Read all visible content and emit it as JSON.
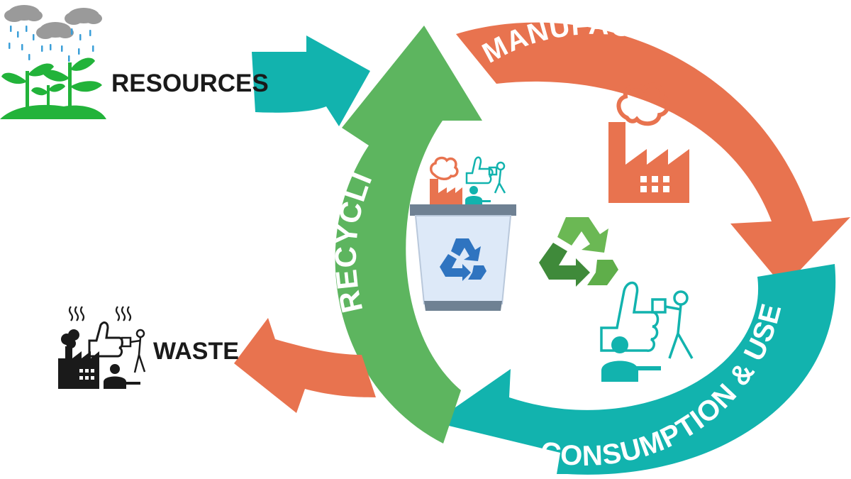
{
  "diagram": {
    "stages": {
      "manufacturing": "MANUFACTURING",
      "consumption": "CONSUMPTION & USE",
      "recycling": "RECYCLING"
    },
    "inputs": {
      "resources": "RESOURCES"
    },
    "outputs": {
      "waste": "WASTE"
    }
  },
  "colors": {
    "manufacturing": "#E8734F",
    "consumption": "#12B3AE",
    "recycling": "#5DB55F",
    "resources_arrow": "#12B3AE",
    "waste_arrow": "#E8734F",
    "bin_blue": "#2F74C0",
    "recycle_green": "#4E9A45",
    "text_dark": "#1a1a1a"
  },
  "icons": {
    "resources": "rain-plants-icon",
    "waste": "factory-consumer-icon",
    "bin": "recycle-bin-icon",
    "center": "recycle-symbol-icon",
    "factory": "factory-icon",
    "consumer": "consumer-icon"
  }
}
